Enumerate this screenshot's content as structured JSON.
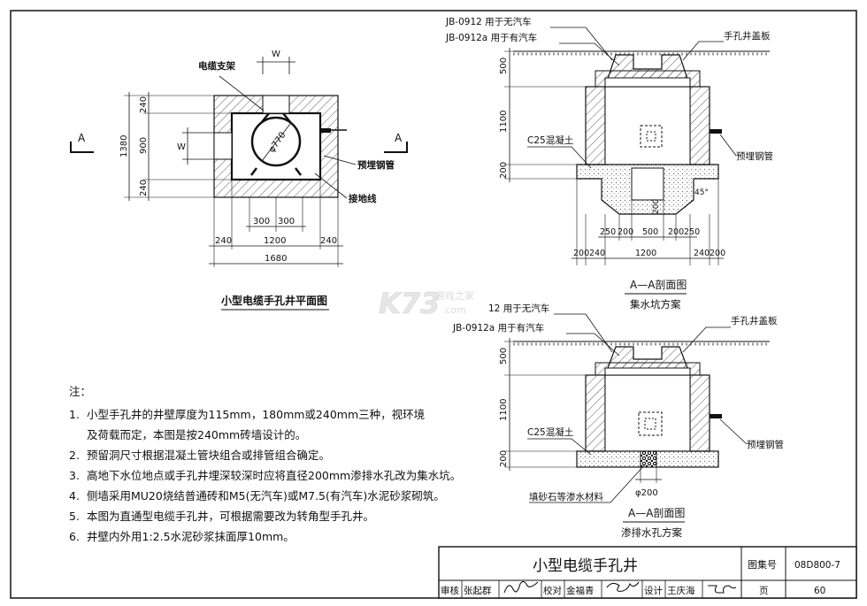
{
  "plan": {
    "title": "小型电缆手孔井平面图",
    "label_cable_support": "电缆支架",
    "label_embedded_pipe": "预埋钢管",
    "label_ground_wire": "接地线",
    "label_a_left": "A",
    "label_a_right": "A",
    "label_w_top": "W",
    "label_w_side": "W",
    "diameter": "φ770",
    "dim_left_top": "240",
    "dim_left_mid": "900",
    "dim_left_bot": "240",
    "dim_left_total": "1380",
    "dim_hole_a": "300",
    "dim_hole_b": "300",
    "dim_bottom_l": "240",
    "dim_bottom_m": "1200",
    "dim_bottom_r": "240",
    "dim_total": "1680"
  },
  "section1": {
    "ref_a": "JB-0912 用于无汽车",
    "ref_b": "JB-0912a 用于有汽车",
    "label_cover": "手孔井盖板",
    "label_concrete": "C25混凝土",
    "label_pipe": "预埋钢管",
    "angle": "45°",
    "dim_v1": "500",
    "dim_v2": "1100",
    "dim_v3": "200",
    "dim_pit": "200",
    "dims_row1": [
      "250",
      "200",
      "500",
      "200",
      "250"
    ],
    "dims_row2": [
      "200",
      "240",
      "1200",
      "240",
      "200"
    ],
    "title": "A—A剖面图",
    "subtitle": "集水坑方案"
  },
  "section2": {
    "ref_a": "12 用于无汽车",
    "ref_b": "JB-0912a 用于有汽车",
    "label_cover": "手孔井盖板",
    "label_concrete": "C25混凝土",
    "label_pipe": "预埋钢管",
    "label_fill": "填砂石等渗水材料",
    "drain_dia": "φ200",
    "dim_v1": "500",
    "dim_v2": "1100",
    "dim_v3": "200",
    "title": "A—A剖面图",
    "subtitle": "渗排水孔方案"
  },
  "watermark": {
    "logo": "K73",
    "cn": "游戏之家",
    "url": ".com"
  },
  "notes": {
    "heading": "注：",
    "items": [
      {
        "num": "1.",
        "text": "小型手孔井的井壁厚度为115mm，180mm或240mm三种，视环境"
      },
      {
        "num": "",
        "text": "及荷载而定，本图是按240mm砖墙设计的。"
      },
      {
        "num": "2.",
        "text": "预留洞尺寸根据混凝土管块组合或排管组合确定。"
      },
      {
        "num": "3.",
        "text": "高地下水位地点或手孔井埋深较深时应将直径200mm渗排水孔改为集水坑。"
      },
      {
        "num": "4.",
        "text": "侧墙采用MU20烧结普通砖和M5(无汽车)或M7.5(有汽车)水泥砂浆砌筑。"
      },
      {
        "num": "5.",
        "text": "本图为直通型电缆手孔井，可根据需要改为转角型手孔井。"
      },
      {
        "num": "6.",
        "text": "井壁内外用1:2.5水泥砂浆抹面厚10mm。"
      }
    ]
  },
  "title_block": {
    "drawing_title": "小型电缆手孔井",
    "atlas_label": "图集号",
    "atlas_no": "08D800-7",
    "review": "审核",
    "reviewer": "张起群",
    "check": "校对",
    "checker": "金福青",
    "design": "设计",
    "designer": "王庆海",
    "page_label": "页",
    "page_no": "60"
  }
}
